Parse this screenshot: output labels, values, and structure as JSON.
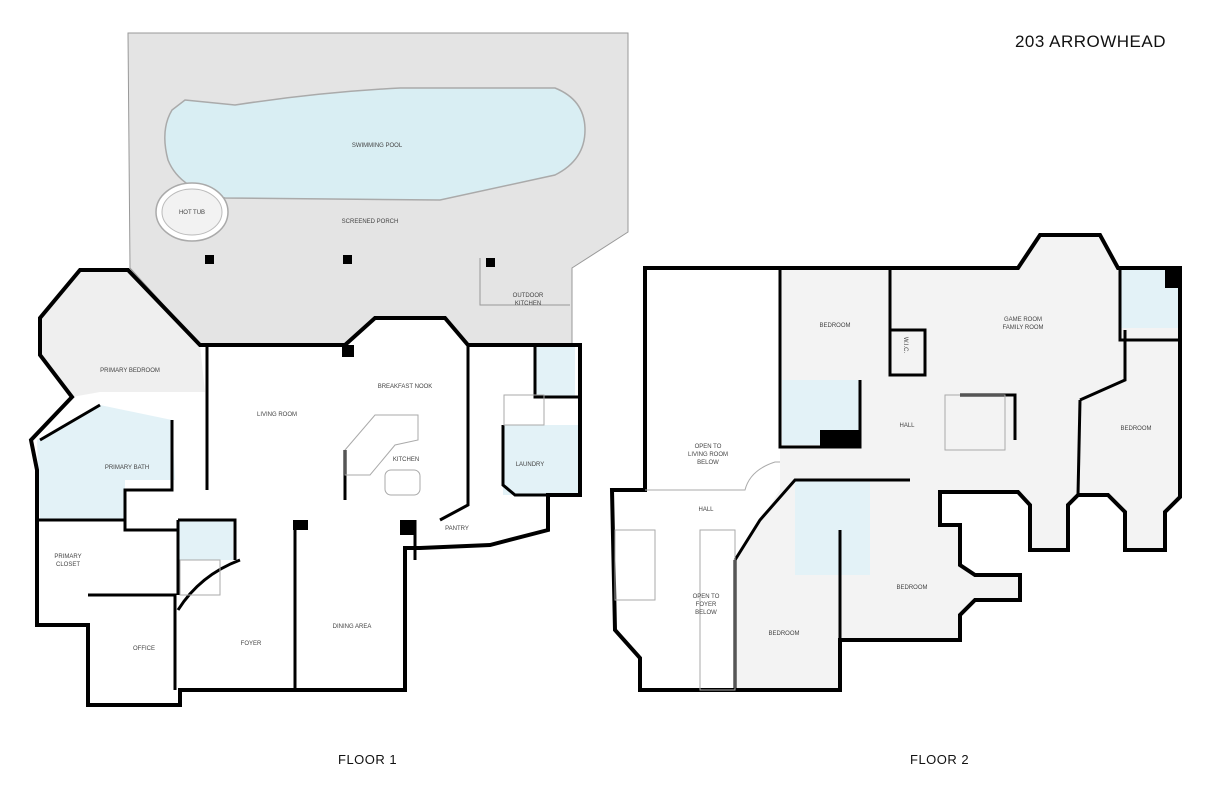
{
  "title": "203 ARROWHEAD",
  "colors": {
    "wall": "#000000",
    "porch": "#e4e4e4",
    "pool": "#d9eef3",
    "bath": "#e3f2f7",
    "room": "#f3f3f3"
  },
  "floors": [
    {
      "label": "FLOOR 1",
      "rooms": [
        {
          "name": "SWIMMING POOL"
        },
        {
          "name": "HOT TUB"
        },
        {
          "name": "SCREENED PORCH"
        },
        {
          "name": "OUTDOOR",
          "name2": "KITCHEN"
        },
        {
          "name": "PRIMARY BEDROOM"
        },
        {
          "name": "LIVING ROOM"
        },
        {
          "name": "BREAKFAST NOOK"
        },
        {
          "name": "KITCHEN"
        },
        {
          "name": "PRIMARY BATH"
        },
        {
          "name": "LAUNDRY"
        },
        {
          "name": "PANTRY"
        },
        {
          "name": "PRIMARY",
          "name2": "CLOSET"
        },
        {
          "name": "OFFICE"
        },
        {
          "name": "FOYER"
        },
        {
          "name": "DINING AREA"
        }
      ]
    },
    {
      "label": "FLOOR 2",
      "rooms": [
        {
          "name": "BEDROOM"
        },
        {
          "name": "W.I.C."
        },
        {
          "name": "GAME ROOM",
          "name2": "FAMILY ROOM"
        },
        {
          "name": "OPEN TO",
          "name2": "LIVING ROOM",
          "name3": "BELOW"
        },
        {
          "name": "HALL"
        },
        {
          "name": "BEDROOM"
        },
        {
          "name": "HALL"
        },
        {
          "name": "OPEN TO",
          "name2": "FOYER",
          "name3": "BELOW"
        },
        {
          "name": "BEDROOM"
        },
        {
          "name": "BEDROOM"
        }
      ]
    }
  ]
}
